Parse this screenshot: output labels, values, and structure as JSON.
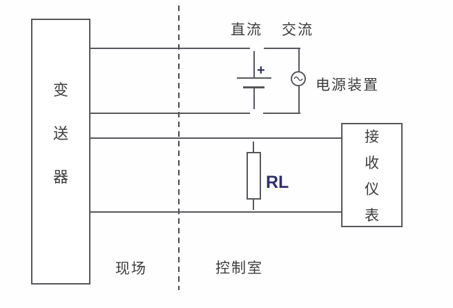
{
  "diagram_type": "two-wire-transmitter-circuit",
  "labels": {
    "dc": "直流",
    "ac": "交流",
    "power_supply": "电源装置",
    "plus_sign": "+",
    "load_resistor": "RL",
    "field": "现场",
    "control_room": "控制室"
  },
  "boxes": {
    "transmitter": {
      "label": "变送器",
      "chars": [
        "变",
        "送",
        "器"
      ]
    },
    "receiver": {
      "label": "接收仪表",
      "chars": [
        "接",
        "收",
        "仪",
        "表"
      ]
    }
  },
  "colors": {
    "line": "#55555e",
    "text": "#3c3c40",
    "accent_blue": "#2d2d78",
    "background": "#fefefe"
  }
}
